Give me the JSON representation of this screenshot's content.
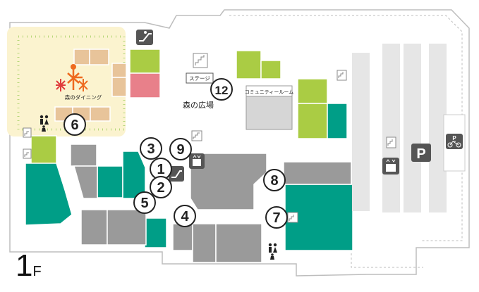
{
  "floor": {
    "number": "1",
    "suffix": "F"
  },
  "labels": {
    "forest_dining": "森のダイニング",
    "stage": "ステージ",
    "forest_plaza": "森の広場",
    "community_room": "コミュニティールーム",
    "parking_letter": "P",
    "bike_parking_letter": "P"
  },
  "markers": [
    "1",
    "2",
    "3",
    "4",
    "5",
    "6",
    "7",
    "8",
    "9",
    "12"
  ],
  "colors": {
    "teal": "#009e87",
    "lime": "#aacc44",
    "pink": "#e8808a",
    "tan": "#e8c49a",
    "gray": "#9a9a9a",
    "light_gray": "#d3d3d3",
    "dining_area": "#fbf3cf",
    "icon_bg": "#555555",
    "accent_orange": "#ee6a1f"
  },
  "icons": [
    "escalator-icon",
    "elevator-icon",
    "restroom-icon",
    "stairs-icon",
    "parking-icon",
    "bicycle-parking-icon",
    "dining-logo-icon"
  ]
}
